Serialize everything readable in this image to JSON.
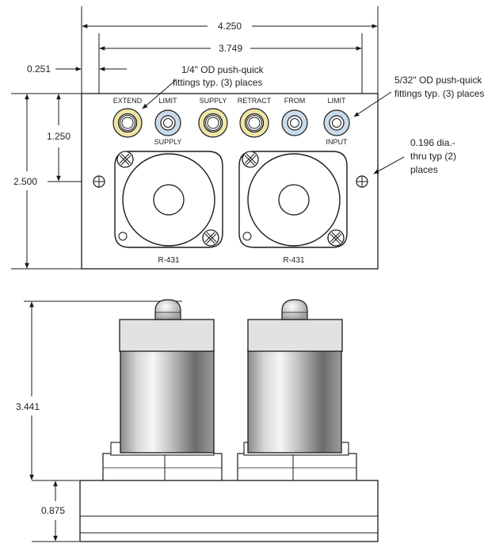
{
  "dimensions": {
    "overall_width": "4.250",
    "hole_spacing": "3.749",
    "hole_offset": "0.251",
    "hole_height": "1.250",
    "panel_height": "2.500",
    "total_height": "3.441",
    "base_height": "0.875"
  },
  "ports": {
    "extend": "EXTEND",
    "limit_supply": "LIMIT",
    "supply_sub": "SUPPLY",
    "supply": "SUPPLY",
    "retract": "RETRACT",
    "from": "FROM",
    "limit_input": "LIMIT",
    "input_sub": "INPUT"
  },
  "notes": {
    "quarter_line1": "1/4\" OD push-quick",
    "quarter_line2": "fittings typ. (3) places",
    "fivethirtysecond_line1": "5/32\" OD push-quick",
    "fivethirtysecond_line2": "fittings typ. (3) places",
    "hole_line1": "0.196 dia.-",
    "hole_line2": "thru typ (2)",
    "hole_line3": "places"
  },
  "valves": {
    "left_label": "R-431",
    "right_label": "R-431"
  },
  "colors": {
    "yellow_fitting": "#efe6a6",
    "blue_fitting": "#c9dbeb",
    "line": "#1a1a1a",
    "cap": "#e2e2e2"
  }
}
